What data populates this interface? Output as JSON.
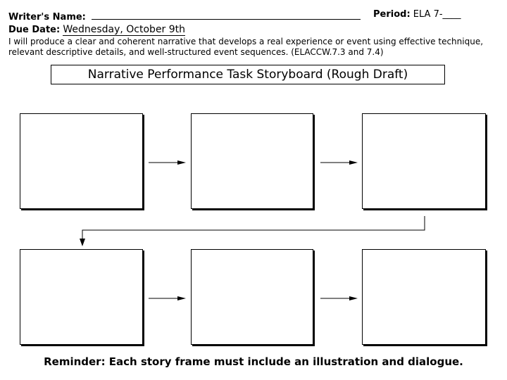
{
  "header": {
    "writer_label": "Writer's Name:",
    "period_label": "Period:",
    "period_value": "ELA 7-____",
    "due_label": "Due Date:",
    "due_value": "Wednesday, October 9th"
  },
  "objective": "I will produce a clear and coherent narrative that develops a real experience or event using effective technique, relevant descriptive details, and well-structured event sequences. (ELACCW.7.3  and 7.4)",
  "title": "Narrative Performance Task Storyboard (Rough Draft)",
  "reminder": "Reminder: Each story frame must include an illustration and dialogue."
}
